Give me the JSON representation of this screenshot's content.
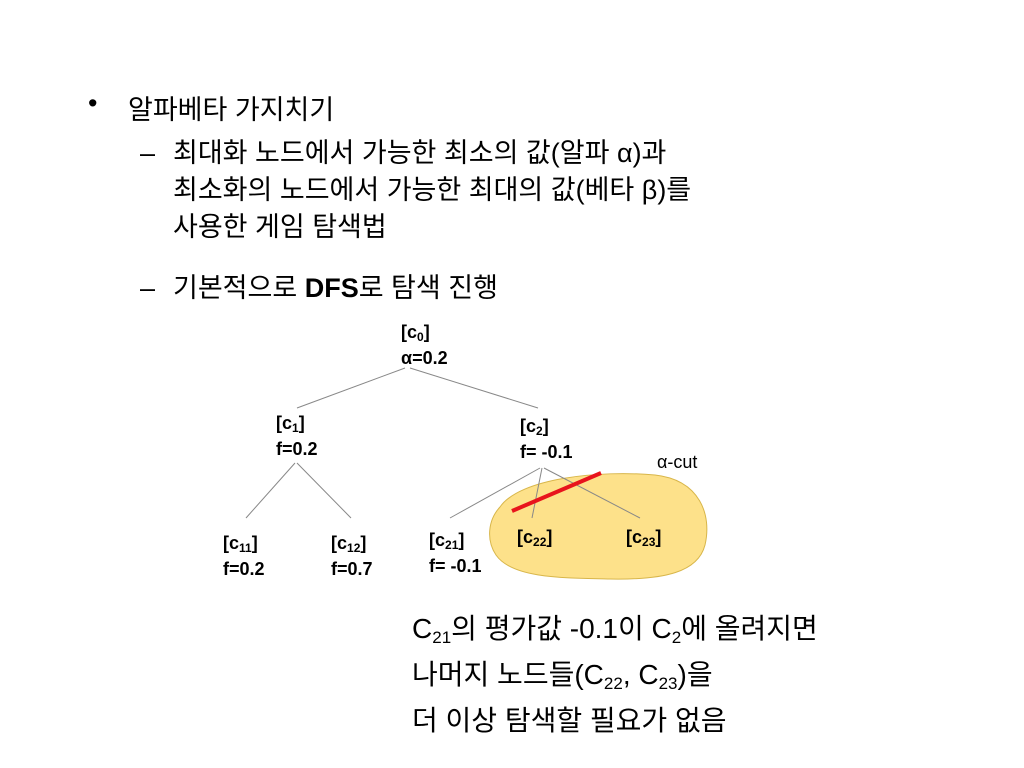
{
  "bullets": {
    "main": "알파베타 가지치기",
    "sub1": {
      "line1_pre": "최대화 노드에서 가능한 최소의 값(알파 ",
      "line1_greek": "α",
      "line1_post": ")과",
      "line2_pre": "최소화의 노드에서 가능한 최대의 값(베타 ",
      "line2_greek": "β",
      "line2_post": ")를",
      "line3": "사용한 게임 탐색법"
    },
    "sub2": {
      "pre": "기본적으로 ",
      "bold": "DFS",
      "post": "로 탐색 진행"
    },
    "bullet_symbol": "•",
    "dash_symbol": "–"
  },
  "tree": {
    "c0": {
      "base": "[c",
      "sub": "0",
      "close": "]",
      "value": "α=0.2"
    },
    "c1": {
      "base": "[c",
      "sub": "1",
      "close": "]",
      "value": "f=0.2"
    },
    "c2": {
      "base": "[c",
      "sub": "2",
      "close": "]",
      "value": "f= -0.1"
    },
    "c11": {
      "base": "[c",
      "sub": "11",
      "close": "]",
      "value": "f=0.2"
    },
    "c12": {
      "base": "[c",
      "sub": "12",
      "close": "]",
      "value": "f=0.7"
    },
    "c21": {
      "base": "[c",
      "sub": "21",
      "close": "]",
      "value": "f= -0.1"
    },
    "c22": {
      "base": "[c",
      "sub": "22",
      "close": "]"
    },
    "c23": {
      "base": "[c",
      "sub": "23",
      "close": "]"
    },
    "cut_label": "α-cut",
    "colors": {
      "pruned_region": "#fde18a",
      "pruned_border": "#d8b64a",
      "cut_line": "#e8141c",
      "edge": "#888888"
    }
  },
  "note": {
    "l1_a": "C",
    "l1_sub1": "21",
    "l1_b": "의 평가값 -0.1이 C",
    "l1_sub2": "2",
    "l1_c": "에 올려지면",
    "l2_a": "나머지 노드들(C",
    "l2_sub1": "22",
    "l2_b": ", C",
    "l2_sub2": "23",
    "l2_c": ")을",
    "l3": "더 이상 탐색할 필요가 없음"
  }
}
